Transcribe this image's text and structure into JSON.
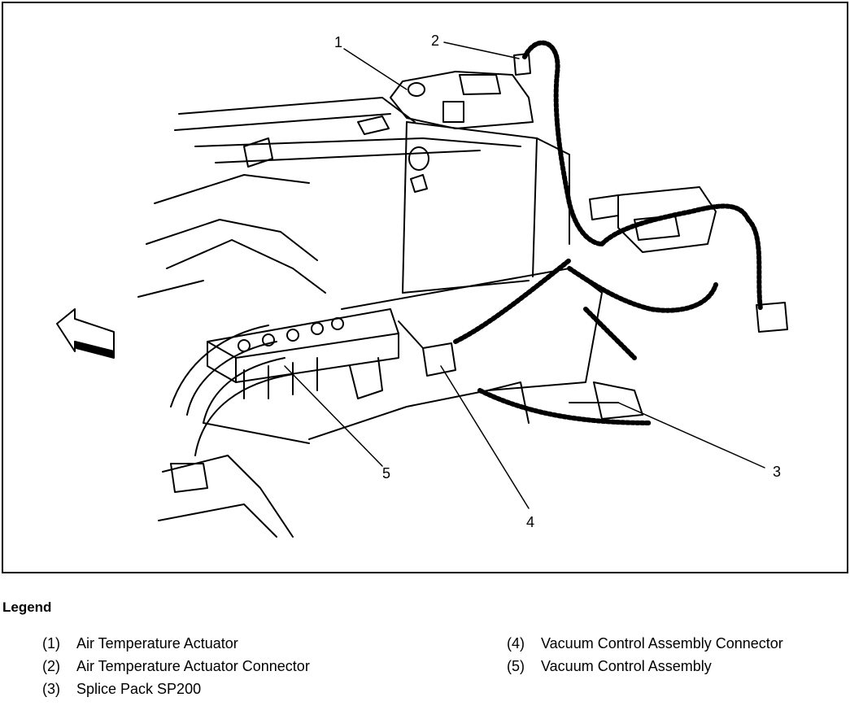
{
  "callouts": [
    {
      "id": "1",
      "text": "1"
    },
    {
      "id": "2",
      "text": "2"
    },
    {
      "id": "3",
      "text": "3"
    },
    {
      "id": "4",
      "text": "4"
    },
    {
      "id": "5",
      "text": "5"
    }
  ],
  "legend": {
    "title": "Legend",
    "items": [
      {
        "num": "(1)",
        "text": "Air Temperature Actuator"
      },
      {
        "num": "(2)",
        "text": "Air Temperature Actuator Connector"
      },
      {
        "num": "(3)",
        "text": "Splice Pack SP200"
      },
      {
        "num": "(4)",
        "text": "Vacuum Control Assembly Connector"
      },
      {
        "num": "(5)",
        "text": "Vacuum Control Assembly"
      }
    ]
  },
  "icons": [
    "direction-arrow-icon"
  ],
  "colors": {
    "ink": "#000000",
    "paper": "#ffffff"
  }
}
